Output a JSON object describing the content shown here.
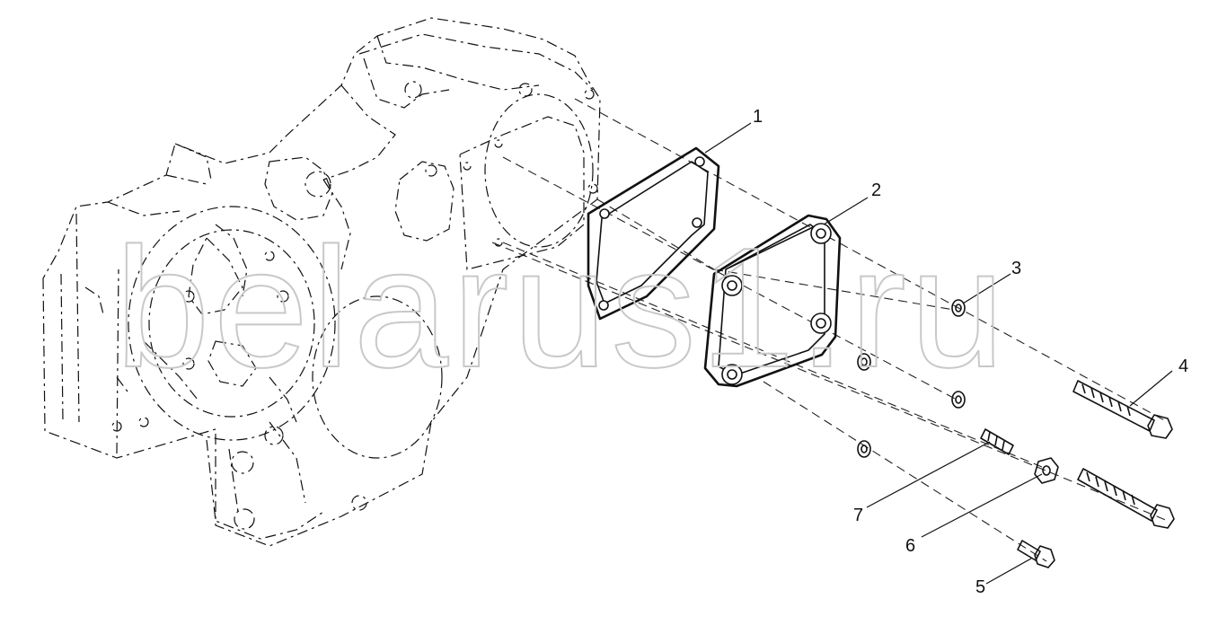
{
  "watermark": {
    "text": "belarus1.ru"
  },
  "callouts": [
    {
      "id": "part-1",
      "label": "1"
    },
    {
      "id": "part-2",
      "label": "2"
    },
    {
      "id": "part-3",
      "label": "3"
    },
    {
      "id": "part-4",
      "label": "4"
    },
    {
      "id": "part-5",
      "label": "5"
    },
    {
      "id": "part-6",
      "label": "6"
    },
    {
      "id": "part-7",
      "label": "7"
    }
  ]
}
